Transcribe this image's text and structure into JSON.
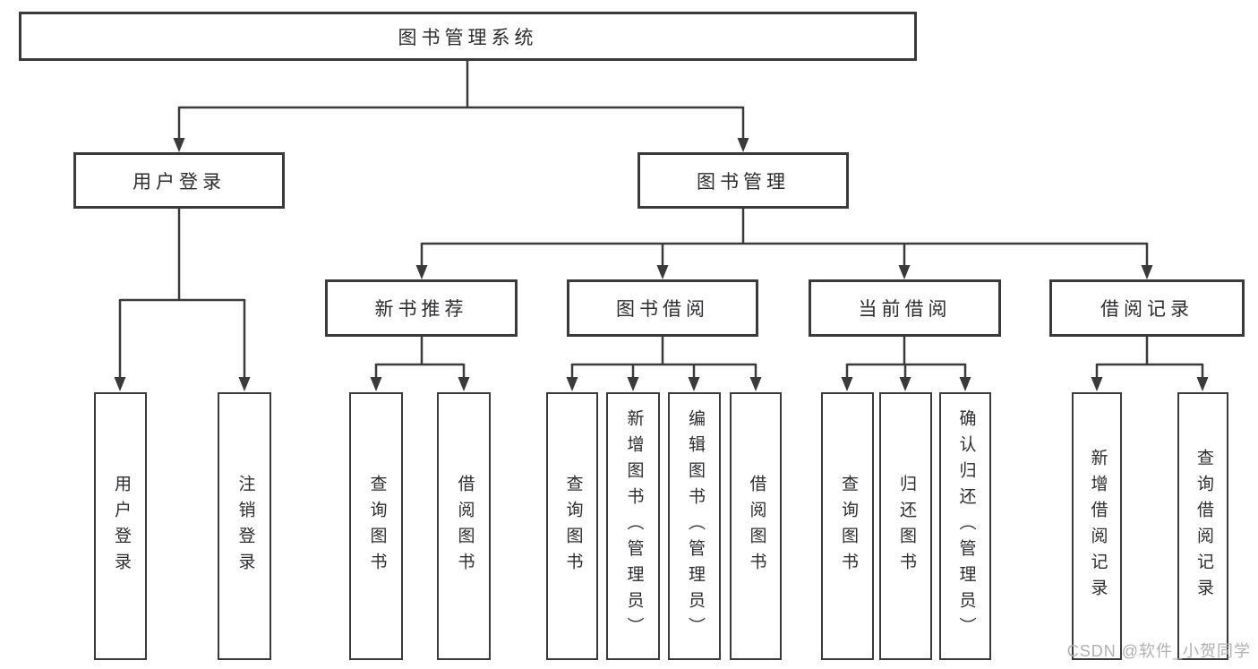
{
  "tree": {
    "root": {
      "label": "图书管理系统"
    },
    "branches": [
      {
        "label": "用户登录",
        "children": [
          {
            "label": "用户登录"
          },
          {
            "label": "注销登录"
          }
        ]
      },
      {
        "label": "图书管理",
        "children": [
          {
            "label": "新书推荐",
            "children": [
              {
                "label": "查询图书"
              },
              {
                "label": "借阅图书"
              }
            ]
          },
          {
            "label": "图书借阅",
            "children": [
              {
                "label": "查询图书"
              },
              {
                "label": "新增图书（管理员）"
              },
              {
                "label": "编辑图书（管理员）"
              },
              {
                "label": "借阅图书"
              }
            ]
          },
          {
            "label": "当前借阅",
            "children": [
              {
                "label": "查询图书"
              },
              {
                "label": "归还图书"
              },
              {
                "label": "确认归还（管理员）"
              }
            ]
          },
          {
            "label": "借阅记录",
            "children": [
              {
                "label": "新增借阅记录"
              },
              {
                "label": "查询借阅记录"
              }
            ]
          }
        ]
      }
    ]
  },
  "watermark": "CSDN @软件_小贺同学",
  "colors": {
    "line": "#3a3a3a",
    "text": "#2d2d30",
    "watermark": "#b0b0b0",
    "background": "#ffffff"
  }
}
